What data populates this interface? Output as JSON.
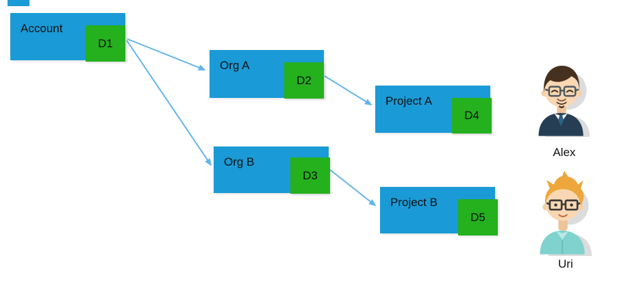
{
  "diagram": {
    "nodes": [
      {
        "id": "account",
        "label": "Account",
        "badge": "D1"
      },
      {
        "id": "org-a",
        "label": "Org A",
        "badge": "D2"
      },
      {
        "id": "org-b",
        "label": "Org B",
        "badge": "D3"
      },
      {
        "id": "project-a",
        "label": "Project A",
        "badge": "D4"
      },
      {
        "id": "project-b",
        "label": "Project B",
        "badge": "D5"
      }
    ],
    "edges": [
      {
        "from": "D1",
        "to": "Org A"
      },
      {
        "from": "D1",
        "to": "Org B"
      },
      {
        "from": "D2",
        "to": "Project A"
      },
      {
        "from": "D3",
        "to": "Project B"
      }
    ],
    "colors": {
      "node": "#1A9AD6",
      "badge": "#25B01E",
      "arrow": "#62B5EA"
    }
  },
  "users": [
    {
      "name": "Alex"
    },
    {
      "name": "Uri"
    }
  ]
}
